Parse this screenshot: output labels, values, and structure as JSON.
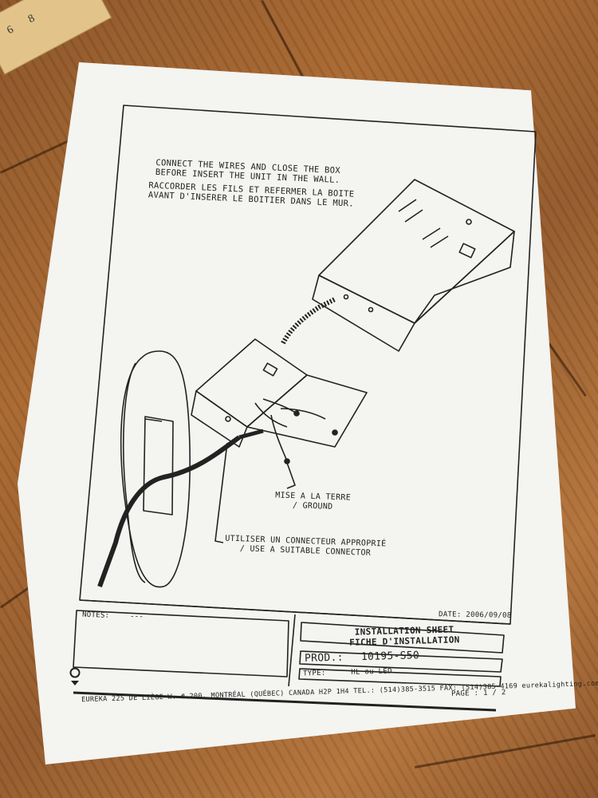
{
  "ruler": {
    "num_left": "6",
    "num_right": "8"
  },
  "instructions": {
    "en_line1": "CONNECT THE WIRES AND CLOSE THE BOX",
    "en_line2": "BEFORE INSERT THE UNIT IN THE WALL.",
    "fr_line1": "RACCORDER LES FILS ET REFERMER LA BOITE",
    "fr_line2": "AVANT D'INSERER LE BOITIER DANS LE MUR."
  },
  "callouts": {
    "ground_line1": "MISE A LA TERRE",
    "ground_line2": "/ GROUND",
    "connector_line1": "UTILISER UN CONNECTEUR APPROPRIÉ",
    "connector_line2": "/ USE A SUITABLE CONNECTOR"
  },
  "notes": {
    "label": "NOTES:",
    "value": "---"
  },
  "date": "DATE: 2006/09/08",
  "title": {
    "line1": "INSTALLATION SHEET",
    "line2": "FICHE D'INSTALLATION"
  },
  "product": {
    "label": "PROD.:",
    "value": "10195-S50"
  },
  "type": {
    "label": "TYPE:",
    "value": "HL ou LED"
  },
  "page": "PAGE : 1 / 2",
  "footer": "EUREKA 225 DE LIÈGE W. # 200, MONTRÉAL (QUÉBEC) CANADA H2P 1H4 TEL.: (514)385-3515 FAX: (514)385-4169 eurekalighting.com",
  "colors": {
    "paper": "#f4f4f1",
    "ink": "#222222",
    "wood": "#a8672f"
  }
}
